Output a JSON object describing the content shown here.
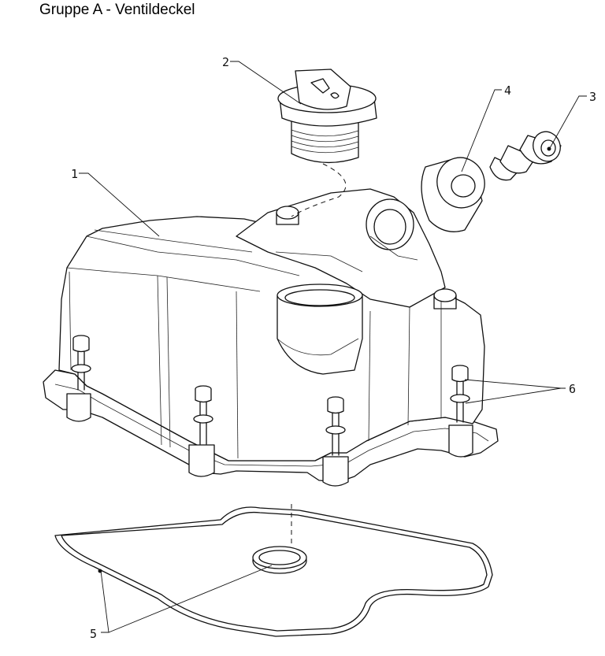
{
  "header": {
    "title": "Gruppe A - Ventildeckel"
  },
  "callouts": [
    {
      "id": "1",
      "part": "valve-cover"
    },
    {
      "id": "2",
      "part": "oil-filler-cap"
    },
    {
      "id": "3",
      "part": "breather-nipple"
    },
    {
      "id": "4",
      "part": "rubber-grommet"
    },
    {
      "id": "5",
      "part": "gasket"
    },
    {
      "id": "6",
      "part": "bolt-with-washer"
    }
  ]
}
